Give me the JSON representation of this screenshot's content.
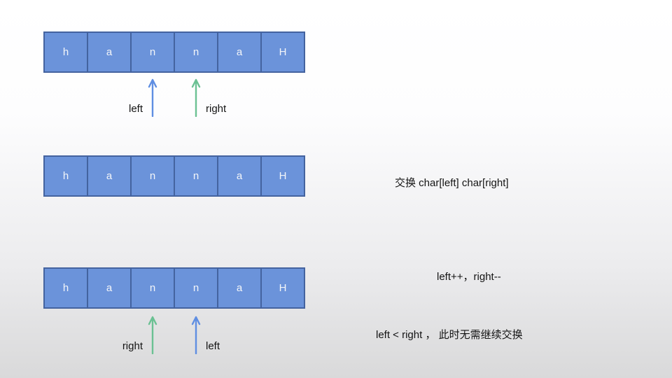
{
  "colors": {
    "cell_fill": "#6b93da",
    "cell_border": "#44639f",
    "cell_text": "#f4f6f9",
    "arrow_blue": "#5f8ee2",
    "arrow_green": "#6bc193",
    "text_color": "#141414"
  },
  "rows": [
    {
      "name": "initial-state",
      "cells": [
        "h",
        "a",
        "n",
        "n",
        "a",
        "H"
      ],
      "pointers": [
        {
          "label": "left",
          "color": "blue",
          "cell_index": 2
        },
        {
          "label": "right",
          "color": "green",
          "cell_index": 3
        }
      ]
    },
    {
      "name": "after-swap",
      "cells": [
        "h",
        "a",
        "n",
        "n",
        "a",
        "H"
      ]
    },
    {
      "name": "after-move",
      "cells": [
        "h",
        "a",
        "n",
        "n",
        "a",
        "H"
      ],
      "pointers": [
        {
          "label": "right",
          "color": "green",
          "cell_index": 2
        },
        {
          "label": "left",
          "color": "blue",
          "cell_index": 3
        }
      ]
    }
  ],
  "annotations": [
    {
      "text": "交换 char[left] char[right]"
    },
    {
      "text": "left++，right--"
    },
    {
      "text": "left < right ， 此时无需继续交换"
    }
  ]
}
